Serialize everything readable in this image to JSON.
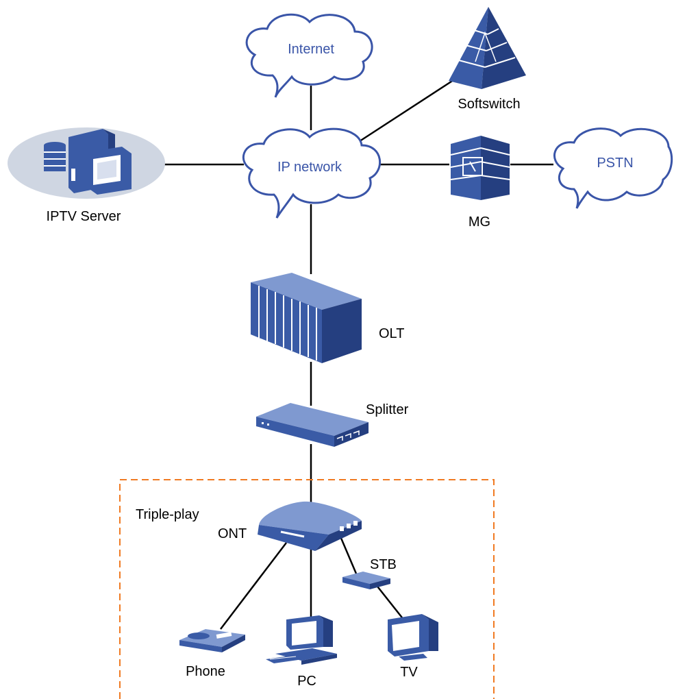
{
  "labels": {
    "internet": "Internet",
    "ip_network": "IP network",
    "pstn": "PSTN",
    "softswitch": "Softswitch",
    "iptv_server": "IPTV Server",
    "mg": "MG",
    "olt": "OLT",
    "splitter": "Splitter",
    "triple_play": "Triple-play",
    "ont": "ONT",
    "stb": "STB",
    "phone": "Phone",
    "pc": "PC",
    "tv": "TV"
  },
  "colors": {
    "device": "#3a5ba6",
    "cloud_text": "#3a55a8",
    "server_bg": "#cfd6e2",
    "dashed_box": "#f07a22"
  }
}
